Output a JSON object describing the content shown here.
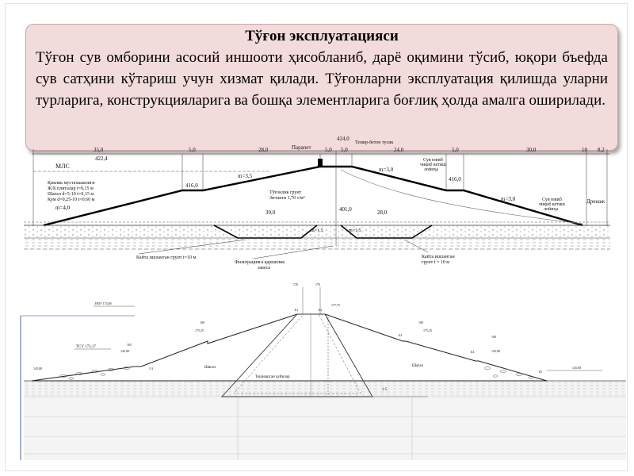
{
  "slide": {
    "title": "Тўғон эксплуатацияси",
    "body": "Тўғон сув омборини асосий иншооти ҳисобланиб, дарё оқимини тўсиб, юқори бъефда сув сатҳини кўтариш учун хизмат қилади. Тўғонларни эксплуатация қилишда уларни турларига, конструкцияларига ва бошқа элементларига боғлиқ ҳолда амалга оширилади."
  },
  "diagram_top": {
    "dims": [
      "35,0",
      "5,0",
      "28,0",
      "5,0",
      "5,0",
      "24,0",
      "5,0",
      "30,0",
      "10",
      "8,2"
    ],
    "elev_crest": "424,0",
    "elev_left": "422,4",
    "elev_left_berm": "416,0",
    "elev_right_berm": "416,0",
    "elev_base": "401,0",
    "mls": "МЛС",
    "parapet": "Парапет",
    "concrete_wall": "Темир-бетон\nтусик",
    "slope_m35": "m=3,5",
    "slope_m30a": "m=3,0",
    "slope_m30b": "m=3,0",
    "slope_m40": "m=4,0",
    "slope_m15a": "m=1,5",
    "slope_m15b": "m=1,5",
    "lining_note": "Қиялик мустахкамлиги\nЖ/Б плиталар t=0,15 м\nШағал d=5-10 t=0,15 м\nҚум d=0,25-10 t=0,60 м",
    "soil_note": "Тўғонлик грунт\nЗичлиги 1,70 т/м³",
    "water_right1": "Сув ювиб\nчиқиб кетиш\nлойиҳа",
    "water_right2": "Сув ювиб\nчиқиб кетиш\nлойиҳа",
    "drain": "Дренаж",
    "width_30": "30,0",
    "width_28": "28,0",
    "soil_left": "Кайта ишланган грунт t=10 м",
    "filter": "Фильтрацияга қаршилик\nзавеса",
    "soil_right": "Кайта ишланган\nгрунт t = 10 м"
  },
  "diagram_bottom": {
    "elev_ndpu": "НПУ 174,00",
    "elev_tsu": "ТСУ 173,17",
    "crest_w1": "176",
    "crest_w2": "176",
    "label_b1": "Б1",
    "label_b2": "Б2",
    "label_b3": "Б3",
    "label_b4": "Б4",
    "label_b5": "Б5",
    "elev_crest": "177,75",
    "berm_l": "100",
    "berm_l_elev": "175,25",
    "elev_l1": "165",
    "elev_l2": "145,80",
    "elev_l3": "145,80",
    "slope_l": "1:3",
    "berm_r": "100",
    "berm_r_elev": "175,25",
    "elev_r1": "100",
    "elev_r2": "145,80",
    "elev_r3": "145,80",
    "shell_l": "Шағал",
    "core": "Тошнашган қуйилар",
    "shell_r": "Шағал",
    "slope_core_r": "1:5"
  }
}
